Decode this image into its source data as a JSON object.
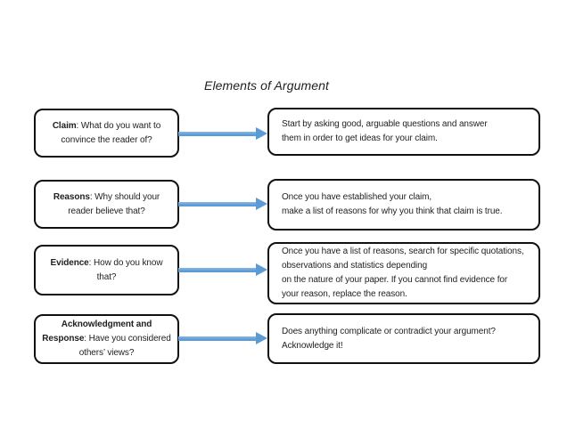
{
  "title": "Elements of Argument",
  "colors": {
    "arrow_blue": "#5b9bd5",
    "box_border": "#111111",
    "text_color": "#1f1f1f"
  },
  "rows": [
    {
      "name": "claim",
      "left_lines": [
        {
          "b": "Claim",
          "r": ":  What do you want to"
        },
        {
          "b": "",
          "r": "convince the reader of?"
        }
      ],
      "right_lines": [
        "Start by asking good, arguable questions and answer",
        "them in order to get ideas for your claim."
      ]
    },
    {
      "name": "reasons",
      "left_lines": [
        {
          "b": "Reasons",
          "r": ": Why should your"
        },
        {
          "b": "",
          "r": "reader believe that?"
        }
      ],
      "right_lines": [
        "Once you have established your claim,",
        "make a list of reasons for why you think that claim is true."
      ]
    },
    {
      "name": "evidence",
      "left_lines": [
        {
          "b": "Evidence",
          "r": ": How do you know"
        },
        {
          "b": "",
          "r": "that?"
        }
      ],
      "right_lines": [
        "Once you have a list of reasons, search for specific quotations,",
        "observations and statistics depending",
        "on the nature of your paper. If you cannot find evidence for",
        "your reason, replace the reason."
      ]
    },
    {
      "name": "acknowledgment-and-response",
      "left_lines": [
        {
          "b": "Acknowledgment and",
          "r": ""
        },
        {
          "b": "Response",
          "r": ": Have you considered"
        },
        {
          "b": "",
          "r": "others’ views?"
        }
      ],
      "right_lines": [
        "Does anything complicate or contradict your argument?",
        "Acknowledge it!"
      ]
    }
  ]
}
